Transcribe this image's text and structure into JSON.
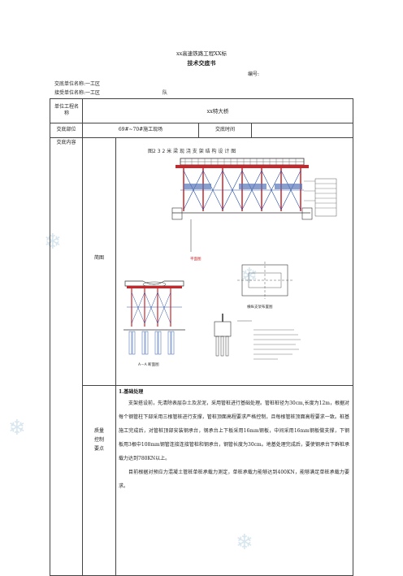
{
  "header": {
    "project_title": "xx高速铁路工程XX标",
    "doc_title": "技术交底书",
    "number_label": "编号:",
    "issuing_unit": "交底单位名称:一工区",
    "receiving_unit": "接受单位名称:一工区",
    "team_label": "队"
  },
  "table": {
    "project_name_label": "单位工程名称",
    "project_name_value": "xx特大桥",
    "part_label": "交底部位",
    "part_value": "69#~70#施工现场",
    "time_label": "交底时间",
    "content_label": "交底内容",
    "diagram_label": "简图",
    "quality_label": "质量控制要点"
  },
  "diagram": {
    "title": "图2  3 2 米 梁 现 浇 支 架 结 构 设 计 图",
    "section_label": "A－A 断面图",
    "detail_top_label": "横纵支架布置图",
    "plan_label": "平面图"
  },
  "section1": {
    "heading": "1.基础处理",
    "paragraph1": "支架搭设前，先清除表层杂土及淤泥，采用管桩进行基础处理。管桩桩径为30cm,长度为12m，根据对每个钢管柱下部采用三根管桩进行支撑，管桩顶面高程要求严格控制，且每根管桩顶面高程要求一致。桩基施工完成后，对管桩顶部安装钢承台，钢承台上下板采用16mm钢板，中间采用16mm钢板做支撑，下钢板用3根中108mm钢管连接连接管桩和钢承台，钢管长度为30cm。地基处理完成后，要使钢承台下群桩承载力达到780KN以上。",
    "paragraph2": "目前根据对预应力混凝土管桩单桩承载力测定，单桩承载力能够达到400KN，能够满足单桩承载力要求。"
  },
  "colors": {
    "steel": "#333333",
    "red_member": "#c8262a",
    "blue_member": "#2b4fa3",
    "pile": "#5576b8"
  },
  "icons": [
    "snowflake-watermark"
  ]
}
